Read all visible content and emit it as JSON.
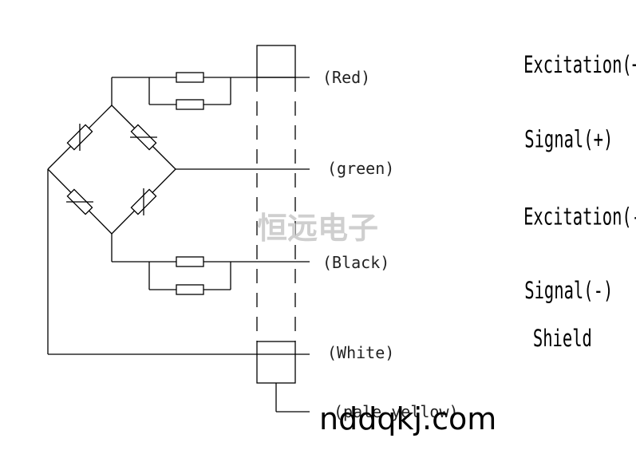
{
  "wires": [
    {
      "color_label": "(Red)",
      "function_label": "Excitation(+)"
    },
    {
      "color_label": "(green)",
      "function_label": "Signal(+)"
    },
    {
      "color_label": "(Black)",
      "function_label": "Excitation(-)"
    },
    {
      "color_label": "(White)",
      "function_label": "Signal(-)"
    },
    {
      "color_label": "(pale yellow)",
      "function_label": "Shield"
    }
  ],
  "watermarks": {
    "chinese": "恒远电子",
    "url": "nddqkj.com"
  }
}
